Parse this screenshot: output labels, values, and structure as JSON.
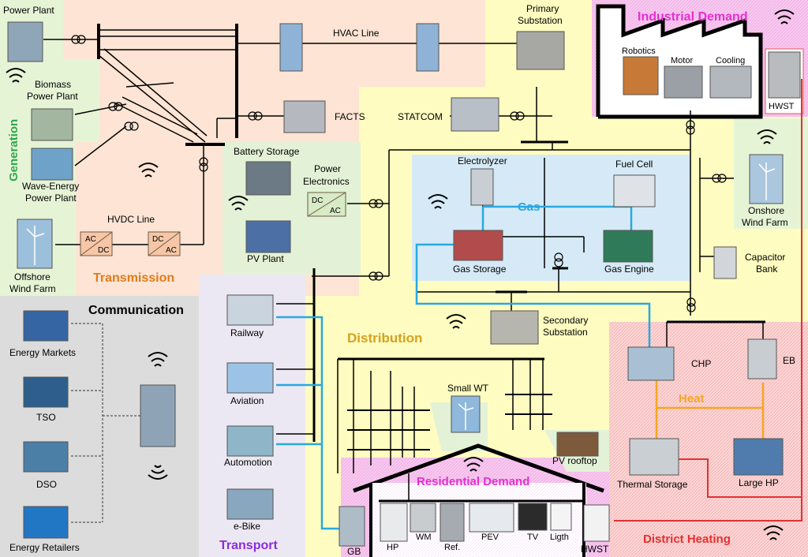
{
  "regions": {
    "generation": "Generation",
    "transmission": "Transmission",
    "communication": "Communication",
    "transport": "Transport",
    "distribution": "Distribution",
    "industrial": "Industrial Demand",
    "residential": "Residential Demand",
    "district_heating": "District Heating"
  },
  "carriers": {
    "gas": "Gas",
    "heat": "Heat"
  },
  "components": {
    "power_plant": "Power Plant",
    "biomass_1": "Biomass",
    "biomass_2": "Power Plant",
    "wave_1": "Wave-Energy",
    "wave_2": "Power Plant",
    "offshore_1": "Offshore",
    "offshore_2": "Wind Farm",
    "hvdc_line": "HVDC Line",
    "ac": "AC",
    "dc": "DC",
    "hvac_line": "HVAC Line",
    "facts": "FACTS",
    "primary_1": "Primary",
    "primary_2": "Substation",
    "statcom": "STATCOM",
    "battery": "Battery Storage",
    "pe_1": "Power",
    "pe_2": "Electronics",
    "pv_plant": "PV Plant",
    "electrolyzer": "Electrolyzer",
    "fuel_cell": "Fuel Cell",
    "gas_storage": "Gas Storage",
    "gas_engine": "Gas Engine",
    "onshore_1": "Onshore",
    "onshore_2": "Wind Farm",
    "cap_1": "Capacitor",
    "cap_2": "Bank",
    "robotics": "Robotics",
    "motor": "Motor",
    "cooling": "Cooling",
    "hwst": "HWST",
    "secondary_1": "Secondary",
    "secondary_2": "Substation",
    "chp": "CHP",
    "eb": "EB",
    "thermal_storage": "Thermal Storage",
    "large_hp": "Large HP",
    "small_wt": "Small WT",
    "pv_rooftop": "PV rooftop",
    "railway": "Railway",
    "aviation": "Aviation",
    "automotion": "Automotion",
    "ebike": "e-Bike",
    "energy_markets": "Energy Markets",
    "tso": "TSO",
    "dso": "DSO",
    "energy_retailers": "Energy Retailers",
    "gb": "GB",
    "hp": "HP",
    "wm": "WM",
    "ref": "Ref.",
    "pev": "PEV",
    "tv": "TV",
    "ligth": "Ligth",
    "hwst2": "HWST"
  },
  "colors": {
    "gas_line": "#29a8e0",
    "heat_line": "#f5a623",
    "district_line": "#e53030",
    "generation_label": "#2fa84f",
    "transmission_label": "#e07b1a",
    "transport_label": "#8b2be2",
    "distribution_label": "#d6a11e",
    "demand_label": "#e52fd1"
  }
}
